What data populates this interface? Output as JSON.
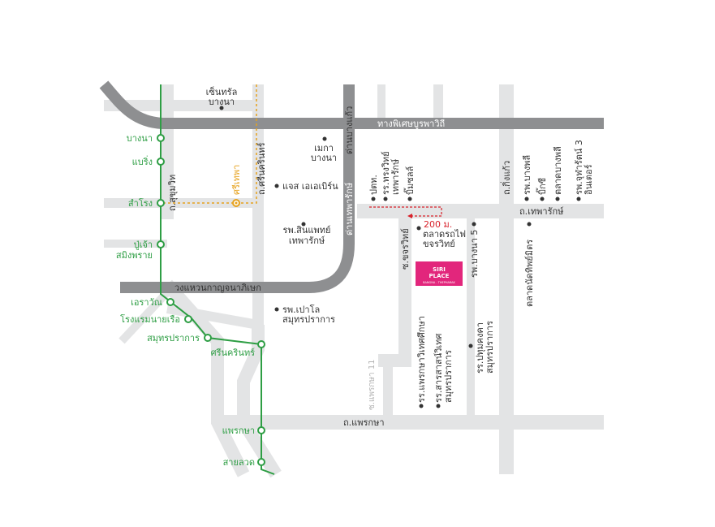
{
  "colors": {
    "minor_road": "#e3e4e5",
    "highway": "#8e8f91",
    "green_line": "#2e9e44",
    "yellow_line": "#e6a21e",
    "destination_marker": "#d8212a",
    "project_logo_bg": "#e2267c"
  },
  "roads": {
    "expressway": "ทางพิเศษบูรพาวิถี",
    "ring_road": "วงแหวนกาญจนาภิเษก",
    "debaratana_vertical": "ด่านเทพารักษ์",
    "bangkaew_vertical": "ด่านบางแก้ว",
    "sukhumvit": "ถ.สุขุมวิท",
    "srinakarin": "ถ.ศรีนครินทร์",
    "theparak": "ถ.เทพารักษ์",
    "kingkaew": "ถ.กิ่งแก้ว",
    "phraeksa": "ถ.แพรกษา",
    "soi_khongwit": "ซ.ขจรวิทย์",
    "soi_phraeksa11": "ซ.แพรกษา 11"
  },
  "green_line": {
    "stations": [
      "บางนา",
      "แบริ่ง",
      "สำโรง",
      "ปู่เจ้า",
      "สมิงพราย",
      "เอราวัณ",
      "โรงแรมนายเรือ",
      "สมุทรปราการ",
      "ศรีนครินทร์",
      "แพรกษา",
      "สายลวด"
    ]
  },
  "yellow_line": {
    "station": "ศรีเทพา"
  },
  "places": {
    "central_bangna": [
      "เซ็นทรัล",
      "บางนา"
    ],
    "mega_bangna": [
      "เมกา",
      "บางนา"
    ],
    "gas_airbin": "แจส เอเอเบิร์น",
    "samitivej": [
      "รพ.สินแพทย์",
      "เทพารักษ์"
    ],
    "paolo": [
      "รพ.เปาโล",
      "สมุทรปราการ"
    ],
    "ptt": "ปตท.",
    "songwit_school": [
      "รร.ทรงวิทย์",
      "เทพารักษ์"
    ],
    "bigc": "บิ๊มซลล์",
    "bangphli_hosp": "รพ.บางพลี",
    "bigc2": "บิ๊กซี",
    "bangphli_market": "ตลาดบางพลี",
    "chularat3": [
      "รพ.จุฬารัตน์ 3",
      "อินเตอร์"
    ],
    "market_khongwit": [
      "ตลาดรถไฟ",
      "ขจรวิทย์"
    ],
    "bangna5_hosp": "รพ.บางนา 5",
    "market_piyamit": "ตลาดนัดทิพย์มิตร",
    "phraeksa_tech": "รร.แพรกษาวิเทศศึกษา",
    "samsen_school": [
      "รร.สารสาสน์วิเทศ",
      "สมุทรปราการ"
    ],
    "pakkret_school": [
      "รร.ปทุมคงคา",
      "สมุทรปราการ"
    ]
  },
  "destination": {
    "distance": "200 ม.",
    "logo_line1": "SIRI",
    "logo_line2": "PLACE",
    "logo_line3": "BANGNA - THEPHARAK"
  }
}
